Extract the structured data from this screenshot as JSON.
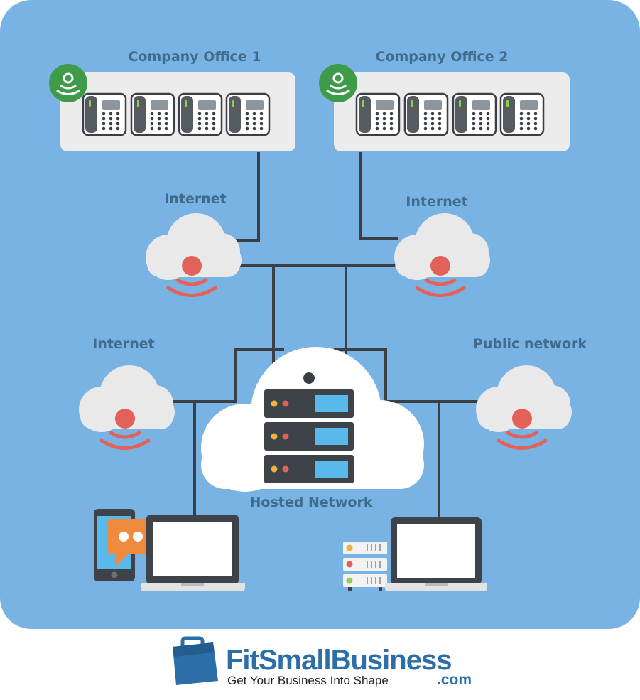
{
  "labels": {
    "office1": "Company Office 1",
    "office2": "Company Office 2",
    "internet_left_top": "Internet",
    "internet_right_top": "Internet",
    "internet_left_mid": "Internet",
    "public_network": "Public network",
    "hosted_network": "Hosted Network"
  },
  "brand": {
    "name": "FitSmallBusiness",
    "domain": ".com",
    "tagline": "Get Your Business Into Shape"
  },
  "colors": {
    "background": "#79b3e4",
    "line": "#3a3f45",
    "cloud": "#e9e9e9",
    "signal": "#e2625a",
    "office_badge": "#3f9b4a",
    "chat_bubble": "#ef8a3f",
    "server_panel": "#59b9ea",
    "brand": "#2c6fa8"
  },
  "icons": {
    "office_badge": "voip-signal-icon",
    "desk_phone": "desk-phone-icon",
    "cloud": "cloud-icon",
    "server": "server-rack-icon",
    "laptop": "laptop-icon",
    "smartphone": "smartphone-icon",
    "chat": "chat-bubble-icon",
    "briefcase": "briefcase-logo-icon"
  }
}
